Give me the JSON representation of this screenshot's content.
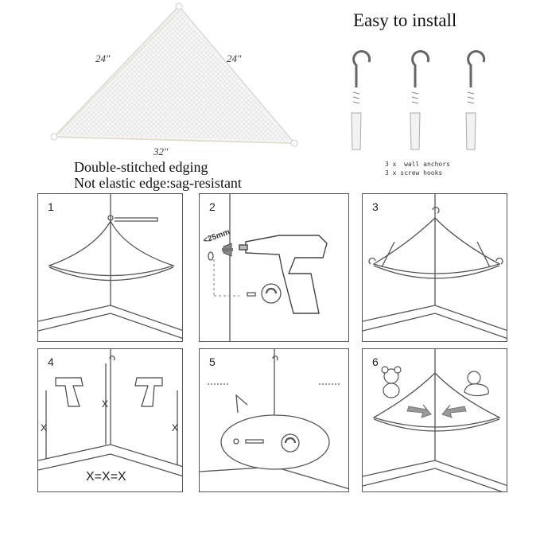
{
  "product": {
    "dim_left": "24″",
    "dim_right": "24″",
    "dim_bottom": "32″",
    "feature_1": "Double-stitched edging",
    "feature_2": "Not elastic edge:sag-resistant"
  },
  "install": {
    "title": "Easy to install",
    "parts_1": "3 x  wall anchors",
    "parts_2": "3 x screw hooks"
  },
  "steps": [
    {
      "num": "1"
    },
    {
      "num": "2",
      "drill_depth": "<25mm"
    },
    {
      "num": "3"
    },
    {
      "num": "4",
      "x_label": "X",
      "equation": "X=X=X"
    },
    {
      "num": "5"
    },
    {
      "num": "6"
    }
  ],
  "colors": {
    "line": "#555555",
    "accent": "#7a7a7a",
    "arrow": "#9a9a9a"
  }
}
